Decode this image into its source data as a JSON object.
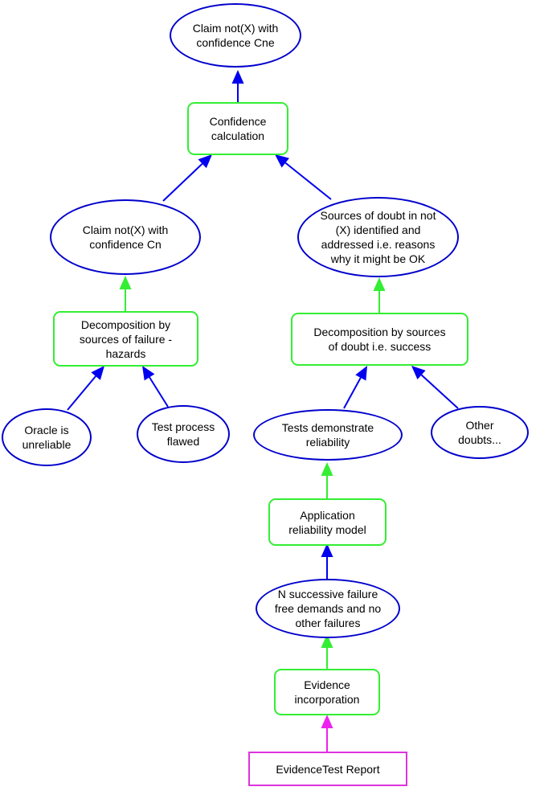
{
  "colors": {
    "claim": "#0000cc",
    "strategy": "#33ee33",
    "evidence": "#dd33dd",
    "arrow_blue": "#0000ee",
    "arrow_green": "#33ee33",
    "arrow_magenta": "#ee22ee"
  },
  "nodes": {
    "claim_cne": "Claim not(X) with\nconfidence Cne",
    "confidence_calc": "Confidence\ncalculation",
    "claim_cn": "Claim not(X) with\nconfidence Cn",
    "sources_doubt": "Sources of doubt in not\n(X) identified and\naddressed i.e. reasons\nwhy it might be OK",
    "decomp_failure": "Decomposition by\nsources of failure -\nhazards",
    "decomp_doubt": "Decomposition by sources\nof doubt i.e. success",
    "oracle": "Oracle is\nunreliable",
    "test_process": "Test process\nflawed",
    "tests_reliability": "Tests demonstrate\nreliability",
    "other_doubts": "Other\ndoubts...",
    "app_model": "Application\nreliability model",
    "n_demands": "N successive failure\nfree demands and no\nother failures",
    "evidence_incorp": "Evidence\nincorporation",
    "evidence_report": "EvidenceTest Report"
  }
}
